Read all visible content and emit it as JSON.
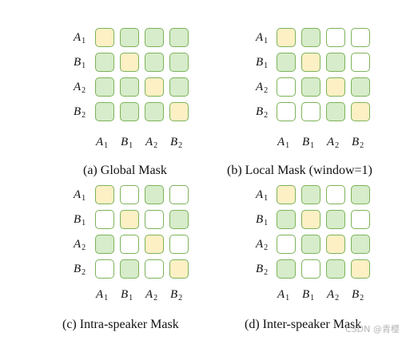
{
  "colors": {
    "outline": "#7cb35a",
    "green": "#d7ecca",
    "yellow": "#fdf0c4",
    "white": "#ffffff"
  },
  "legend": {
    "g": "green",
    "y": "yellow",
    "w": "white"
  },
  "panels": [
    {
      "caption": "(a) Global Mask",
      "rows": [
        "A",
        "B",
        "A",
        "B"
      ],
      "row_subs": [
        "1",
        "1",
        "2",
        "2"
      ],
      "cols": [
        "A",
        "B",
        "A",
        "B"
      ],
      "col_subs": [
        "1",
        "1",
        "2",
        "2"
      ],
      "grid": [
        "yggg",
        "gygg",
        "ggyg",
        "gggy"
      ]
    },
    {
      "caption": "(b) Local Mask (window=1)",
      "rows": [
        "A",
        "B",
        "A",
        "B"
      ],
      "row_subs": [
        "1",
        "1",
        "2",
        "2"
      ],
      "cols": [
        "A",
        "B",
        "A",
        "B"
      ],
      "col_subs": [
        "1",
        "1",
        "2",
        "2"
      ],
      "grid": [
        "ygww",
        "gygw",
        "wgyg",
        "wwgy"
      ]
    },
    {
      "caption": "(c) Intra-speaker Mask",
      "rows": [
        "A",
        "B",
        "A",
        "B"
      ],
      "row_subs": [
        "1",
        "1",
        "2",
        "2"
      ],
      "cols": [
        "A",
        "B",
        "A",
        "B"
      ],
      "col_subs": [
        "1",
        "1",
        "2",
        "2"
      ],
      "grid": [
        "ywgw",
        "wywg",
        "gwyw",
        "wgwy"
      ]
    },
    {
      "caption": "(d) Inter-speaker Mask",
      "rows": [
        "A",
        "B",
        "A",
        "B"
      ],
      "row_subs": [
        "1",
        "1",
        "2",
        "2"
      ],
      "cols": [
        "A",
        "B",
        "A",
        "B"
      ],
      "col_subs": [
        "1",
        "1",
        "2",
        "2"
      ],
      "grid": [
        "ygwg",
        "gygw",
        "wgyg",
        "gwgy"
      ]
    }
  ],
  "watermark": "CSDN @青樱"
}
